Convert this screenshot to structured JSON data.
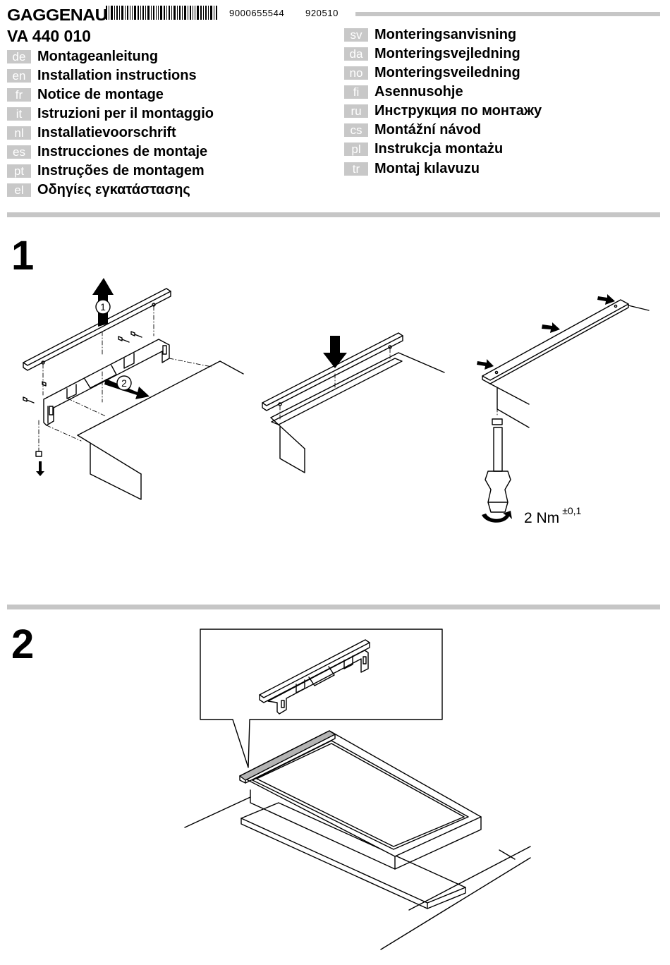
{
  "header": {
    "brand": "GAGGENAU",
    "document_number": "9000655544",
    "date_code": "920510",
    "model": "VA 440 010"
  },
  "languages_left": [
    {
      "code": "de",
      "title": "Montageanleitung"
    },
    {
      "code": "en",
      "title": "Installation instructions"
    },
    {
      "code": "fr",
      "title": "Notice de montage"
    },
    {
      "code": "it",
      "title": "Istruzioni per il montaggio"
    },
    {
      "code": "nl",
      "title": "Installatievoorschrift"
    },
    {
      "code": "es",
      "title": "Instrucciones de montaje"
    },
    {
      "code": "pt",
      "title": "Instruções de montagem"
    },
    {
      "code": "el",
      "title": "Οδηγίες εγκατάστασης"
    }
  ],
  "languages_right": [
    {
      "code": "sv",
      "title": "Monteringsanvisning"
    },
    {
      "code": "da",
      "title": "Monteringsvejledning"
    },
    {
      "code": "no",
      "title": "Monteringsveiledning"
    },
    {
      "code": "fi",
      "title": "Asennusohje"
    },
    {
      "code": "ru",
      "title": "Инструкция по монтажу"
    },
    {
      "code": "cs",
      "title": "Montážní návod"
    },
    {
      "code": "pl",
      "title": "Instrukcja montażu"
    },
    {
      "code": "tr",
      "title": "Montaj kılavuzu"
    }
  ],
  "steps": {
    "step1": {
      "number": "1",
      "callout_1": "1",
      "callout_2": "2",
      "torque_value": "2 Nm",
      "torque_tolerance": "±0,1"
    },
    "step2": {
      "number": "2"
    }
  },
  "colors": {
    "separator_gray": "#c6c6c6",
    "language_tag_gray": "#c8c8c8",
    "highlight_gray": "#b4b4b4"
  }
}
